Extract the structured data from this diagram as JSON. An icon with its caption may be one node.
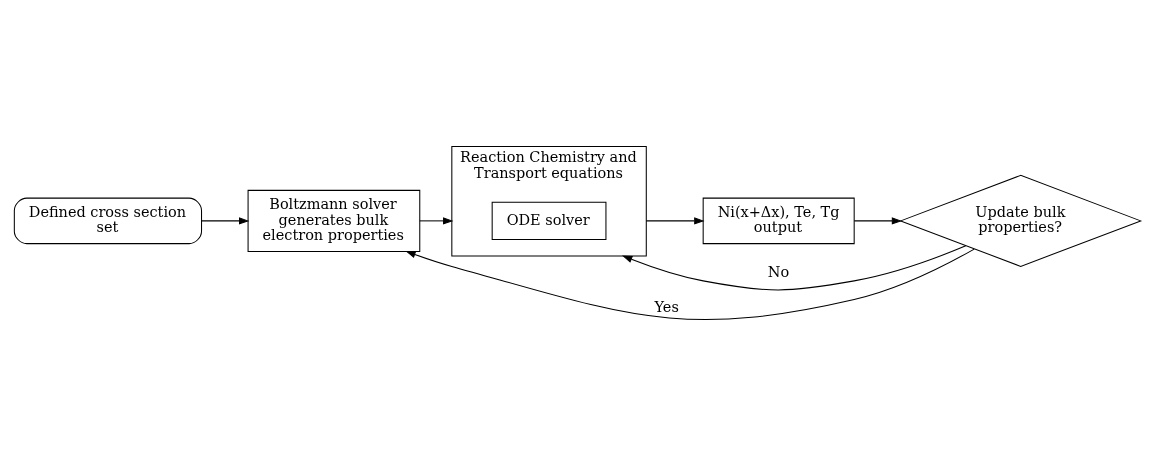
{
  "diagram": {
    "nodes": [
      {
        "text": [
          "Defined cross section set"
        ]
      },
      {
        "text": [
          "Boltzmann solver generates bulk electron properties"
        ]
      },
      {
        "text": [
          "Reaction Chemistry and Transport equations"
        ]
      },
      {
        "text": [
          "ODE solver"
        ],
        "in": 2
      },
      {
        "text": [
          "Ni(x+Δx), Te, Tg output"
        ]
      },
      {
        "text": [
          "Update bulk properties?"
        ]
      }
    ],
    "edges": [
      {
        "from": 0,
        "to": 1,
        "arrow": "to"
      },
      {
        "from": 1,
        "to": 2,
        "arrow": "to"
      },
      {
        "from": 2,
        "to": 4,
        "arrow": "to"
      },
      {
        "from": 4,
        "to": 5,
        "arrow": "to"
      },
      {
        "from": 5,
        "to": 1,
        "arrow": "to",
        "label": "Yes"
      },
      {
        "from": 5,
        "to": 2,
        "arrow": "to",
        "label": "No"
      }
    ]
  }
}
